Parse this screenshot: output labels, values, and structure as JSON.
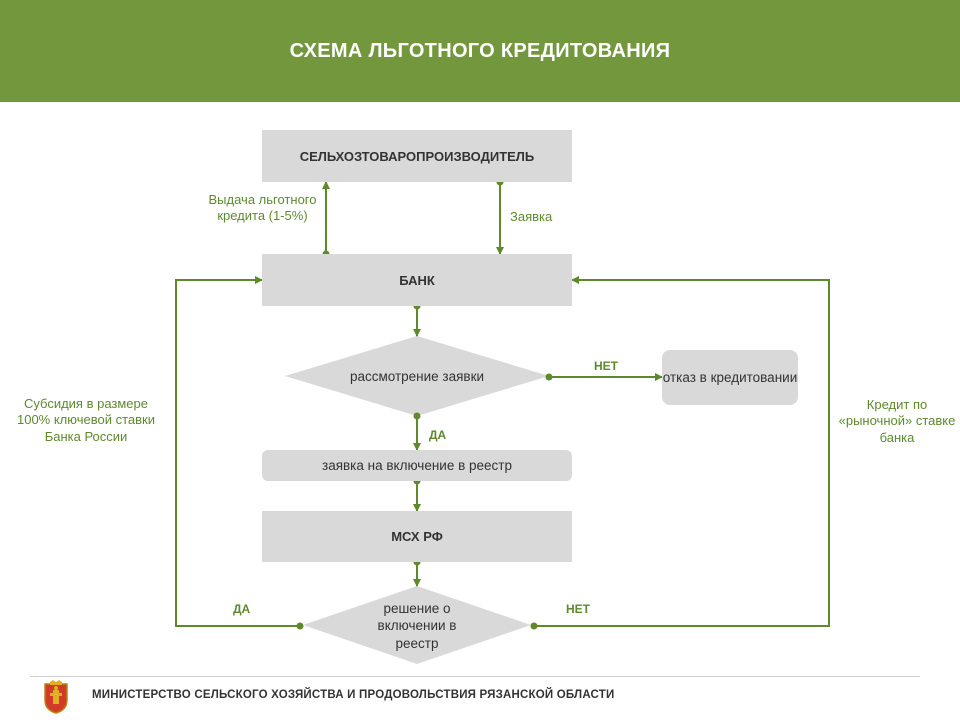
{
  "header": {
    "title": "СХЕМА ЛЬГОТНОГО КРЕДИТОВАНИЯ"
  },
  "nodes": {
    "producer": "СЕЛЬХОЗТОВАРОПРОИЗВОДИТЕЛЬ",
    "bank": "БАНК",
    "review": "рассмотрение заявки",
    "refusal": "отказ в кредитовании",
    "registry_request": "заявка на включение в реестр",
    "msh": "МСХ РФ",
    "decision": "решение о включении в реестр"
  },
  "edges": {
    "loan_issue": "Выдача льготного кредита (1-5%)",
    "application": "Заявка",
    "no_1": "НЕТ",
    "yes_1": "ДА",
    "yes_2": "ДА",
    "no_2": "НЕТ",
    "subsidy": "Субсидия в размере 100% ключевой ставки Банка России",
    "market_credit": "Кредит по «рыночной» ставке банка"
  },
  "footer": {
    "org": "МИНИСТЕРСТВО СЕЛЬСКОГО ХОЗЯЙСТВА И ПРОДОВОЛЬСТВИЯ РЯЗАНСКОЙ ОБЛАСТИ"
  },
  "colors": {
    "accent": "#72973c",
    "box": "#d9d9d9",
    "line": "#5e8a2c"
  }
}
